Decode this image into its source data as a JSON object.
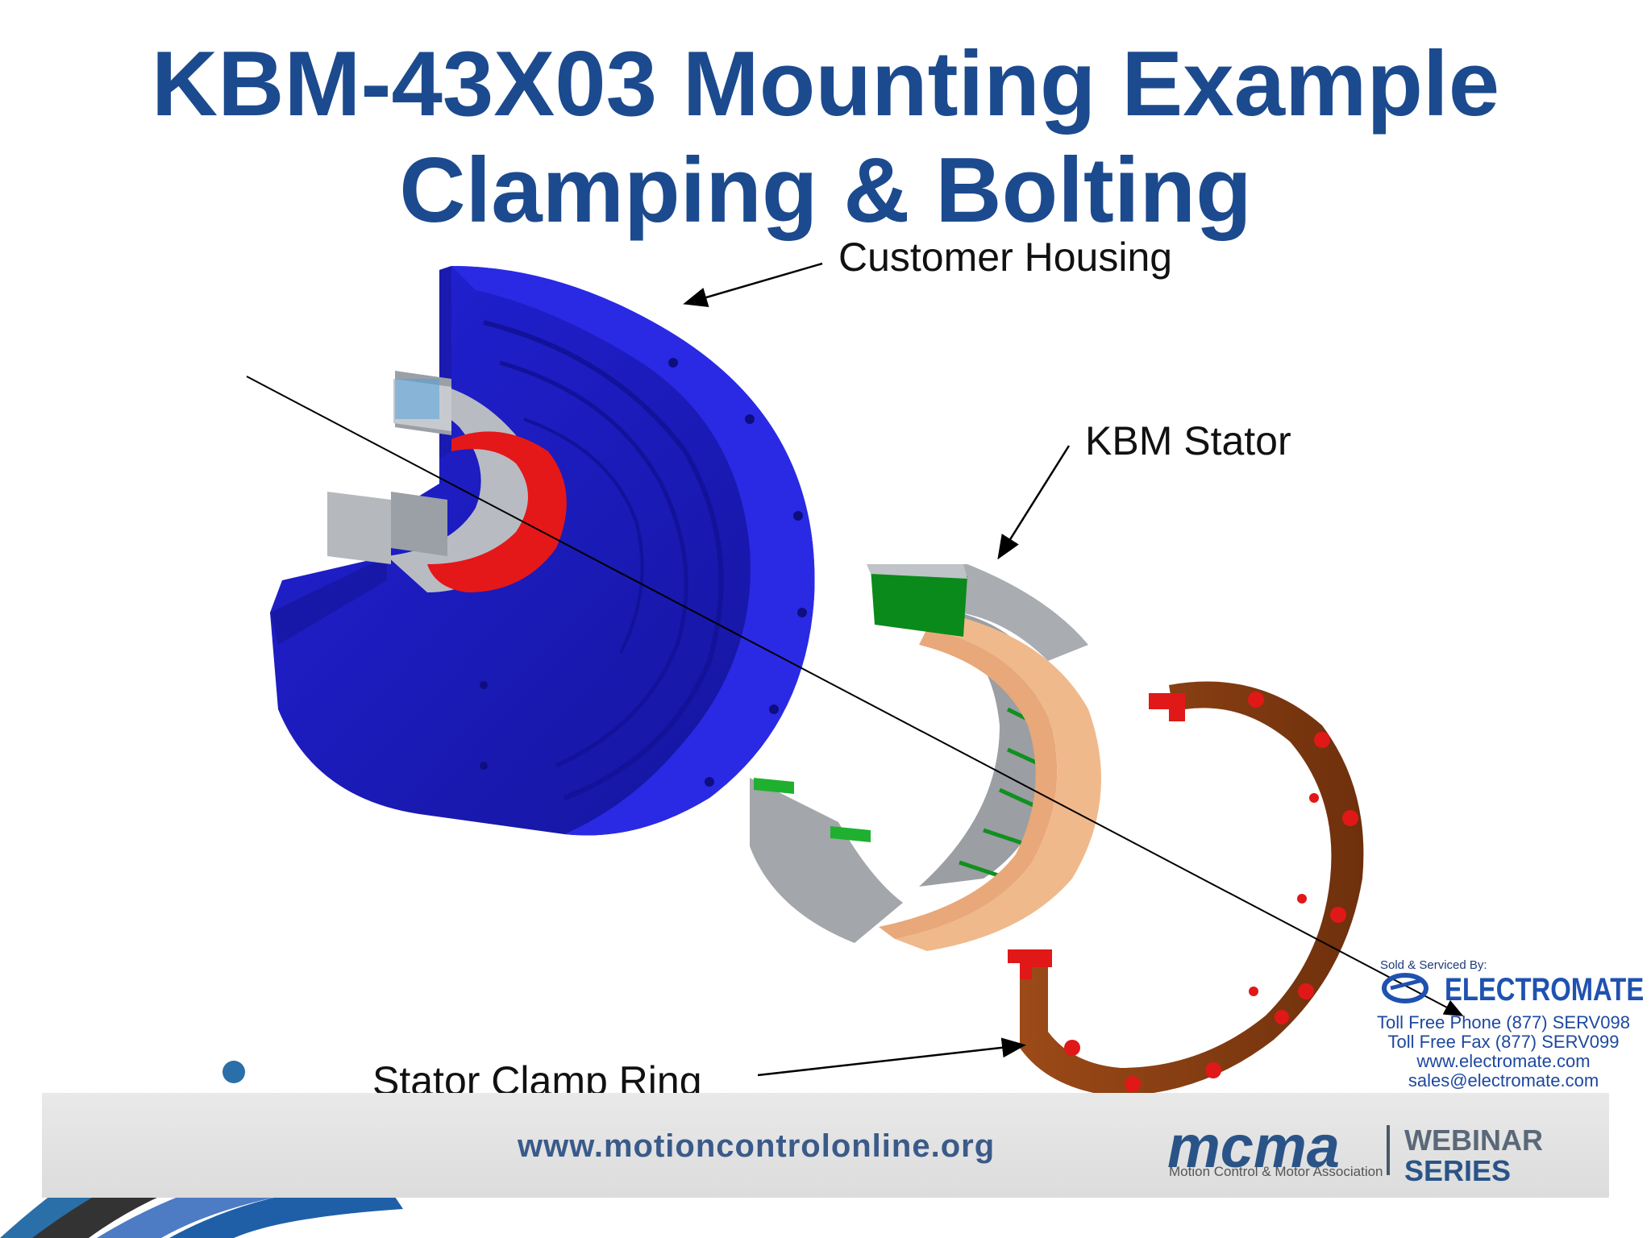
{
  "title": {
    "line1": "KBM-43X03 Mounting Example",
    "line2": "Clamping & Bolting"
  },
  "labels": {
    "customer_housing": "Customer Housing",
    "kbm_stator": "KBM Stator",
    "stator_clamp_ring": "Stator Clamp Ring"
  },
  "footer": {
    "url": "www.motioncontrolonline.org",
    "logo_text": "mcma",
    "logo_subtitle": "Motion Control & Motor Association",
    "webinar_line1": "WEBINAR",
    "webinar_line2": "SERIES"
  },
  "dealer": {
    "sold_by": "Sold & Serviced By:",
    "name": "ELECTROMATE",
    "phone": "Toll Free Phone  (877) SERV098",
    "fax": "Toll Free Fax  (877) SERV099",
    "website": "www.electromate.com",
    "email": "sales@electromate.com"
  },
  "colors": {
    "title": "#1c4a8e",
    "housing": "#1f1fc4",
    "stator_face": "#f0b98c",
    "stator_green": "#0a8a1a",
    "clamp_ring": "#8b3f12",
    "bolt": "#e01818"
  }
}
